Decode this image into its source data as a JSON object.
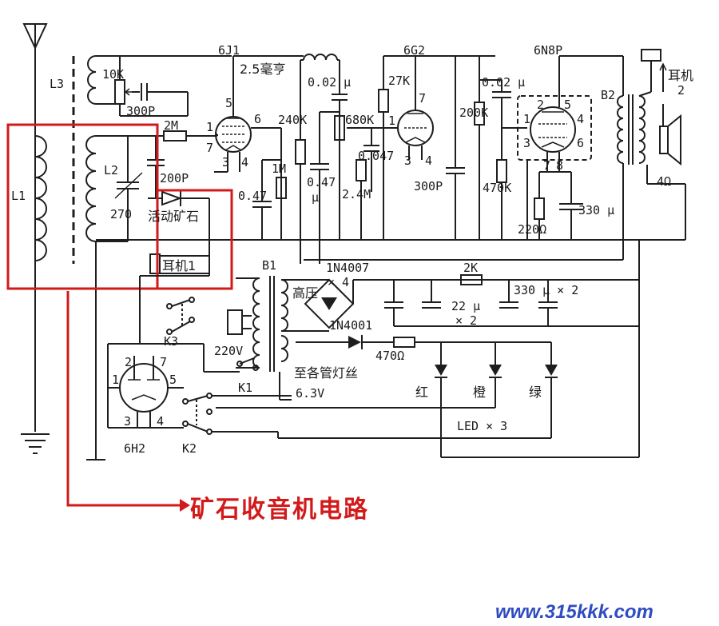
{
  "tubes": {
    "v1": "6J1",
    "v2": "6G2",
    "v3": "6N8P",
    "rect": "6H2"
  },
  "labels": {
    "L3": "L3",
    "L2": "L2",
    "L1": "L1",
    "r10k": "10K",
    "c300p_a": "300P",
    "r2m": "2M",
    "c200p": "200P",
    "c270": "270",
    "crystal": "活动矿石",
    "earphone1": "耳机1",
    "choke": "2.5毫亨",
    "c002a": "0.02 μ",
    "r240k": "240K",
    "r680k": "680K",
    "c047_1": "0.47",
    "c047_2": "0.47",
    "mu": "μ",
    "r1m": "1M",
    "c0047": "0.047",
    "r24m": "2.4M",
    "c300p_b": "300P",
    "r27k": "27K",
    "r200k": "200K",
    "c002b": "0.02 μ",
    "r470k": "470K",
    "r220": "220Ω",
    "c330": "330 μ",
    "b2": "B2",
    "earphone2": "耳机",
    "earphone2n": "2",
    "ohm4": "4Ω",
    "b1": "B1",
    "d1n4007": "1N4007",
    "x4": "× 4",
    "hv": "高压",
    "r2k": "2K",
    "c22": "22 μ",
    "x2a": "× 2",
    "c330x2": "330 μ × 2",
    "d1n4001": "1N4001",
    "r470": "470Ω",
    "v220": "220V",
    "filament": "至各管灯丝",
    "v63": "6.3V",
    "k1": "K1",
    "k2": "K2",
    "k3": "K3",
    "led_red": "红",
    "led_orange": "橙",
    "led_green": "绿",
    "led_count": "LED × 3",
    "pins_6j1": [
      "1",
      "5",
      "6",
      "7",
      "3",
      "4"
    ],
    "pins_6g2": [
      "7",
      "1",
      "3",
      "4"
    ],
    "pins_6n8p": [
      "2",
      "5",
      "1",
      "4",
      "3",
      "6",
      "7",
      "8"
    ],
    "pins_6h2": [
      "2",
      "7",
      "1",
      "5",
      "3",
      "4"
    ]
  },
  "caption": "矿石收音机电路",
  "watermark": "www.315kkk.com",
  "colors": {
    "ink": "#1e1e1e",
    "highlight": "#d21a1a",
    "watermark": "#2f4cc0"
  }
}
